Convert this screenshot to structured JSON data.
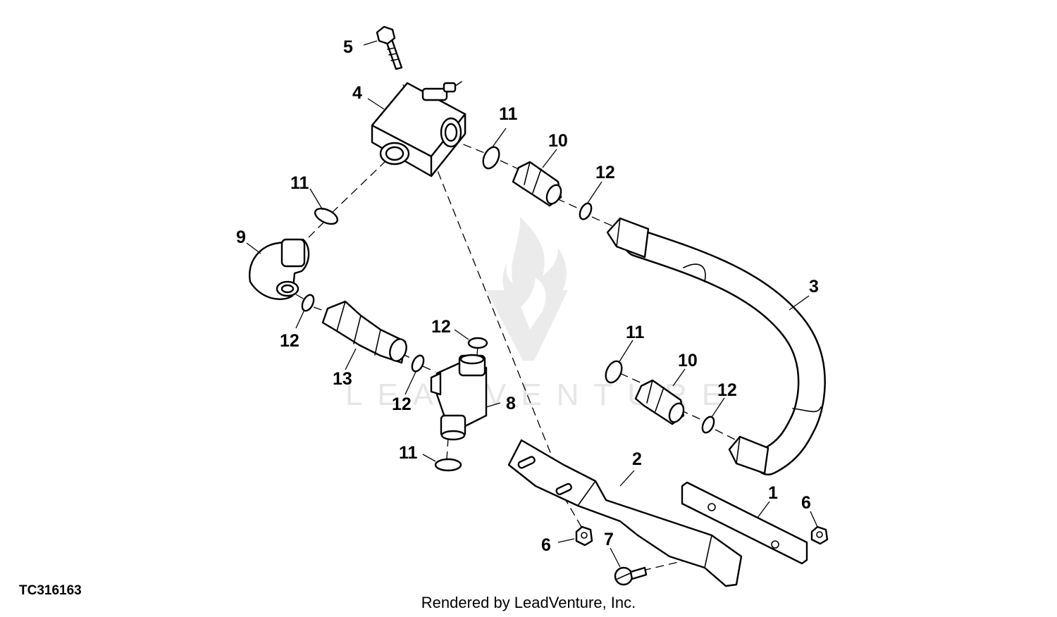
{
  "diagram": {
    "figure_code": "TC316163",
    "footer": "Rendered by LeadVenture, Inc.",
    "watermark": "LEADVENTURE",
    "callouts": [
      "1",
      "2",
      "3",
      "4",
      "5",
      "6",
      "7",
      "8",
      "9",
      "10",
      "11",
      "12",
      "13"
    ],
    "colors": {
      "line": "#000000",
      "watermark": "#e6e6e6",
      "background": "#ffffff"
    }
  }
}
